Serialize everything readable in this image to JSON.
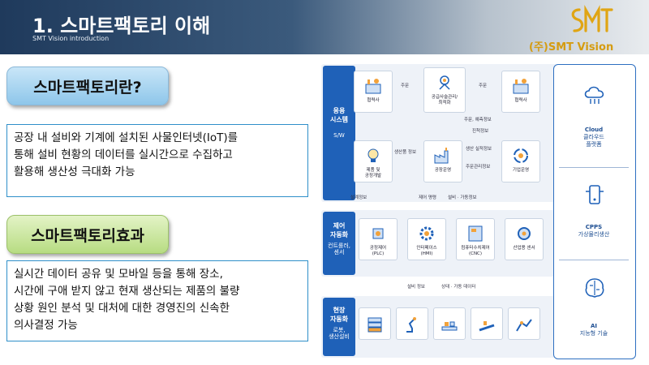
{
  "header": {
    "title": "1. 스마트팩토리 이해",
    "subtitle": "SMT Vision introduction",
    "company": "(주)SMT Vision"
  },
  "left": {
    "section1_title": "스마트팩토리란?",
    "section1_lines": [
      "공장 내 설비와 기계에 설치된 사물인터넷(IoT)를",
      "통해 설비 현황의 데이터를 실시간으로 수집하고",
      "활용해 생산성 극대화 가능"
    ],
    "section2_title": "스마트팩토리효과",
    "section2_lines": [
      "실시간 데이터 공유 및 모바일 등을 통해 장소,",
      "시간에 구애 받지 않고 현재 생산되는 제품의 불량",
      "상황 원인 분석 및 대처에 대한 경영진의 신속한",
      "의사결정 가능"
    ]
  },
  "diagram": {
    "app": {
      "title": "응용\n시스템",
      "sub": "S/W"
    },
    "ctrl": {
      "title": "제어\n자동화",
      "sub": "컨트롤러,\n센서"
    },
    "field": {
      "title": "현장\n자동화",
      "sub": "로봇,\n생산설비"
    },
    "nodes_top": [
      "협력사",
      "공급사슬관리/\n최적화",
      "협력사"
    ],
    "nodes_mid": [
      "제품 및\n공정개발",
      "공장운영",
      "기업운영"
    ],
    "nodes_ctrl": [
      "공정제어\n(PLC)",
      "인터페이스\n(HMI)",
      "컴퓨터수치제어\n(CNC)",
      "산업용 센서"
    ],
    "arrows": {
      "order1": "주문",
      "order2": "주문",
      "order_forecast": "주문, 예측정보",
      "progress": "진척정보",
      "prod_info": "생산품 정보",
      "prod_plan": "생산 실적정보",
      "order_mgmt": "주문관리정보",
      "equip_info": "설계정보",
      "ctrl_cmd": "제어 명령",
      "equip_status": "설비 · 가동정보",
      "equip_info2": "설비 정보",
      "status_data": "상태 · 가동 데이터"
    },
    "right": [
      {
        "en": "Cloud",
        "ko": "클라우드\n플랫폼"
      },
      {
        "en": "CPPS",
        "ko": "가상물리생산"
      },
      {
        "en": "AI",
        "ko": "지능형 기술"
      }
    ]
  },
  "colors": {
    "accent_blue": "#1f61b8",
    "logo_gold": "#d59c12",
    "box_border": "#2f8fc9"
  }
}
